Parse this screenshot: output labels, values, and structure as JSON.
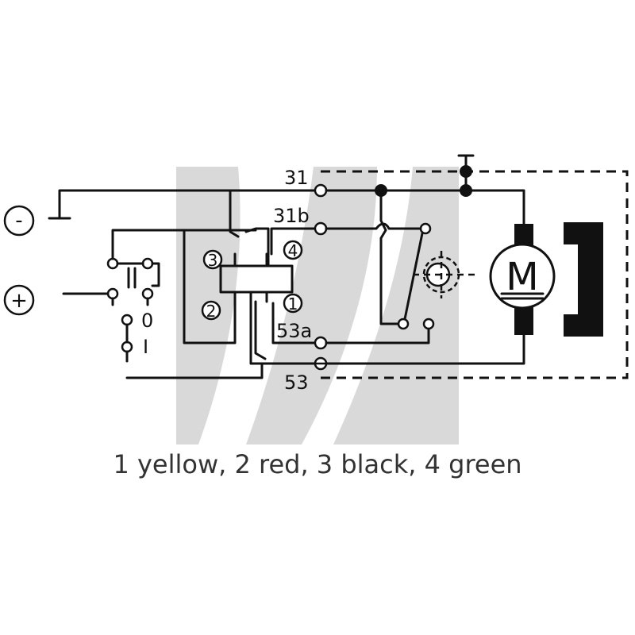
{
  "terminals": {
    "t31": "31",
    "t31b": "31b",
    "t53a": "53a",
    "t53": "53"
  },
  "polarity": {
    "minus": "-",
    "plus": "+"
  },
  "switch_positions": {
    "off": "0",
    "on": "I"
  },
  "connector_pins": {
    "p1": "1",
    "p2": "2",
    "p3": "3",
    "p4": "4"
  },
  "motor": {
    "symbol": "M"
  },
  "caption": "1 yellow, 2 red, 3 black, 4 green",
  "colors": {
    "line": "#111111",
    "watermark": "#d9d9d9",
    "background": "#ffffff"
  }
}
